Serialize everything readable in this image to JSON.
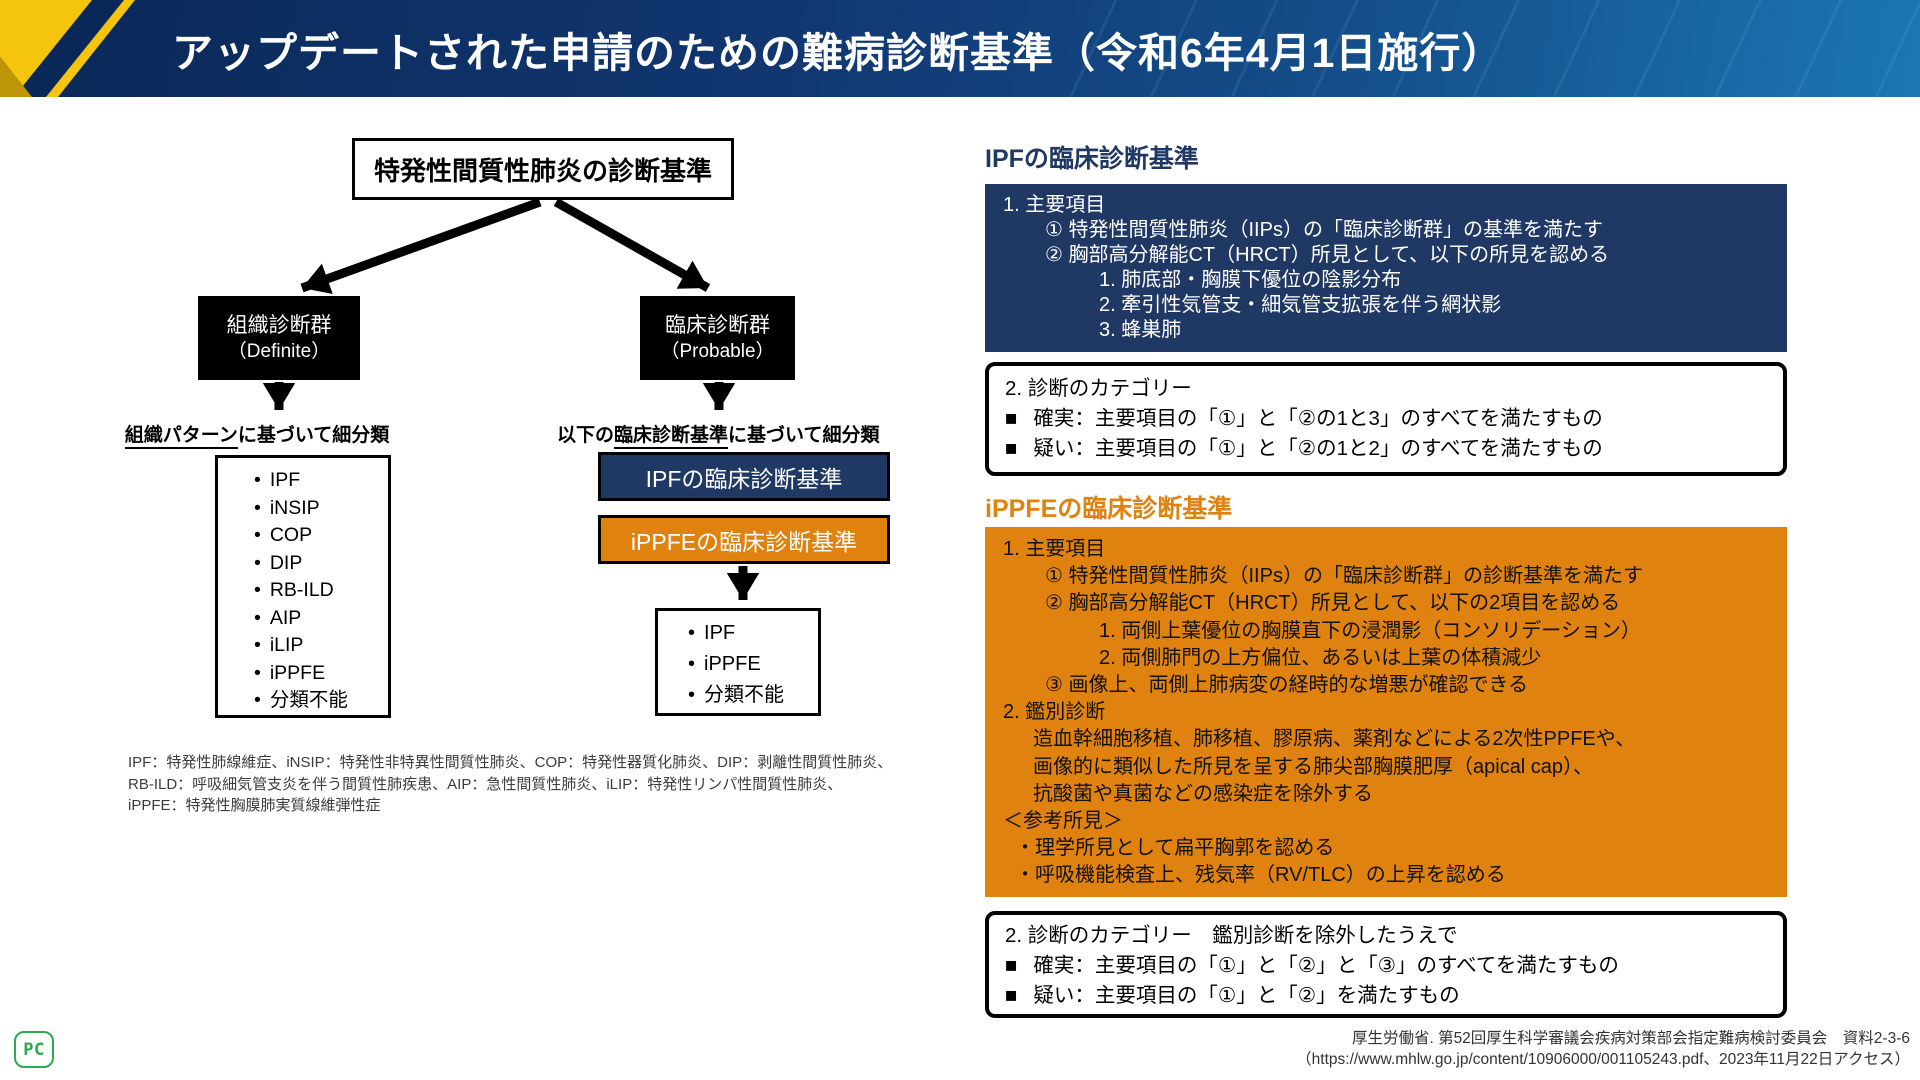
{
  "header": {
    "title": "アップデートされた申請のための難病診断基準（令和6年4月1日施行）"
  },
  "flowchart": {
    "bullet": "•",
    "root_box": "特発性間質性肺炎の診断基準",
    "definite_box": {
      "line1": "組織診断群",
      "line2": "（Definite）"
    },
    "probable_box": {
      "line1": "臨床診断群",
      "line2": "（Probable）"
    },
    "left_label": {
      "pre": "",
      "underlined": "組織パターン",
      "post": "に基づいて細分類"
    },
    "right_label": {
      "pre": "以下の",
      "underlined": "臨床診断基準",
      "post": "に基づいて細分類"
    },
    "ipf_link_box": "IPFの臨床診断基準",
    "ippfe_link_box": "iPPFEの臨床診断基準",
    "left_list": [
      "IPF",
      "iNSIP",
      "COP",
      "DIP",
      "RB-ILD",
      "AIP",
      "iLIP",
      "iPPFE",
      "分類不能"
    ],
    "right_list": [
      "IPF",
      "iPPFE",
      "分類不能"
    ]
  },
  "footnote": {
    "line1": "IPF：特発性肺線維症、iNSIP：特発性非特異性間質性肺炎、COP：特発性器質化肺炎、DIP：剥離性間質性肺炎、",
    "line2": "RB-ILD：呼吸細気管支炎を伴う間質性肺疾患、AIP：急性間質性肺炎、iLIP：特発性リンパ性間質性肺炎、",
    "line3": "iPPFE：特発性胸膜肺実質線維弾性症"
  },
  "ipf_section": {
    "heading": "IPFの臨床診断基準",
    "panel_lines": [
      "1. 主要項目",
      "① 特発性間質性肺炎（IIPs）の「臨床診断群」の基準を満たす",
      "② 胸部高分解能CT（HRCT）所見として、以下の所見を認める",
      "1. 肺底部・胸膜下優位の陰影分布",
      "2. 牽引性気管支・細気管支拡張を伴う網状影",
      "3. 蜂巣肺"
    ],
    "category_box": {
      "bullet": "■",
      "title": "2. 診断のカテゴリー",
      "items": [
        "確実：主要項目の「①」と「②の1と3」のすべてを満たすもの",
        "疑い：主要項目の「①」と「②の1と2」のすべてを満たすもの"
      ]
    }
  },
  "ippfe_section": {
    "heading": "iPPFEの臨床診断基準",
    "panel_lines": [
      "1. 主要項目",
      "① 特発性間質性肺炎（IIPs）の「臨床診断群」の診断基準を満たす",
      "② 胸部高分解能CT（HRCT）所見として、以下の2項目を認める",
      "1. 両側上葉優位の胸膜直下の浸潤影（コンソリデーション）",
      "2. 両側肺門の上方偏位、あるいは上葉の体積減少",
      "③ 画像上、両側上肺病変の経時的な増悪が確認できる",
      "2. 鑑別診断",
      "造血幹細胞移植、肺移植、膠原病、薬剤などによる2次性PPFEや、",
      "画像的に類似した所見を呈する肺尖部胸膜肥厚（apical cap）、",
      "抗酸菌や真菌などの感染症を除外する",
      "＜参考所見＞",
      "・理学所見として扁平胸郭を認める",
      "・呼吸機能検査上、残気率（RV/TLC）の上昇を認める"
    ],
    "category_box": {
      "bullet": "■",
      "title": "2. 診断のカテゴリー　鑑別診断を除外したうえで",
      "items": [
        "確実：主要項目の「①」と「②」と「③」のすべてを満たすもの",
        "疑い：主要項目の「①」と「②」を満たすもの"
      ]
    }
  },
  "citation": {
    "line1": "厚生労働省. 第52回厚生科学審議会疾病対策部会指定難病検討委員会　資料2-3-6",
    "line2": "（https://www.mhlw.go.jp/content/10906000/001105243.pdf、2023年11月22日アクセス）"
  },
  "logo": {
    "text": "PC"
  },
  "colors": {
    "header_navy": "#0a2857",
    "accent_navy": "#203864",
    "accent_orange": "#df820f",
    "accent_yellow": "#f5c40d"
  }
}
